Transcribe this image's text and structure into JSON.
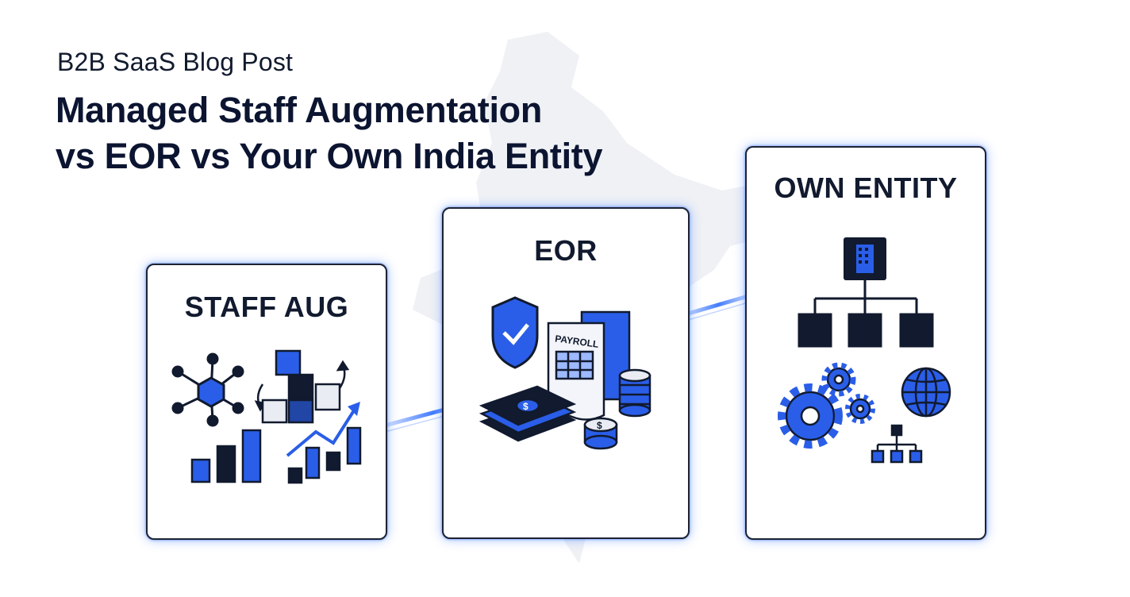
{
  "header": {
    "eyebrow": "B2B SaaS Blog Post",
    "title_line1": "Managed Staff Augmentation",
    "title_line2": "vs EOR vs Your Own India Entity"
  },
  "cards": [
    {
      "label": "STAFF AUG",
      "icons": [
        "network-hub-icon",
        "stacked-cubes-icon",
        "bar-chart-icon",
        "growth-chart-icon"
      ]
    },
    {
      "label": "EOR",
      "icons": [
        "shield-check-icon",
        "payroll-document-icon",
        "cash-stack-icon",
        "coin-stack-icon"
      ],
      "payroll_text": "PAYROLL"
    },
    {
      "label": "OWN ENTITY",
      "icons": [
        "office-building-icon",
        "org-chart-icon",
        "gears-icon",
        "globe-icon",
        "small-org-chart-icon"
      ]
    }
  ],
  "colors": {
    "accent": "#2a5ee8",
    "dark": "#111a2e",
    "glow": "#2f6eff"
  }
}
